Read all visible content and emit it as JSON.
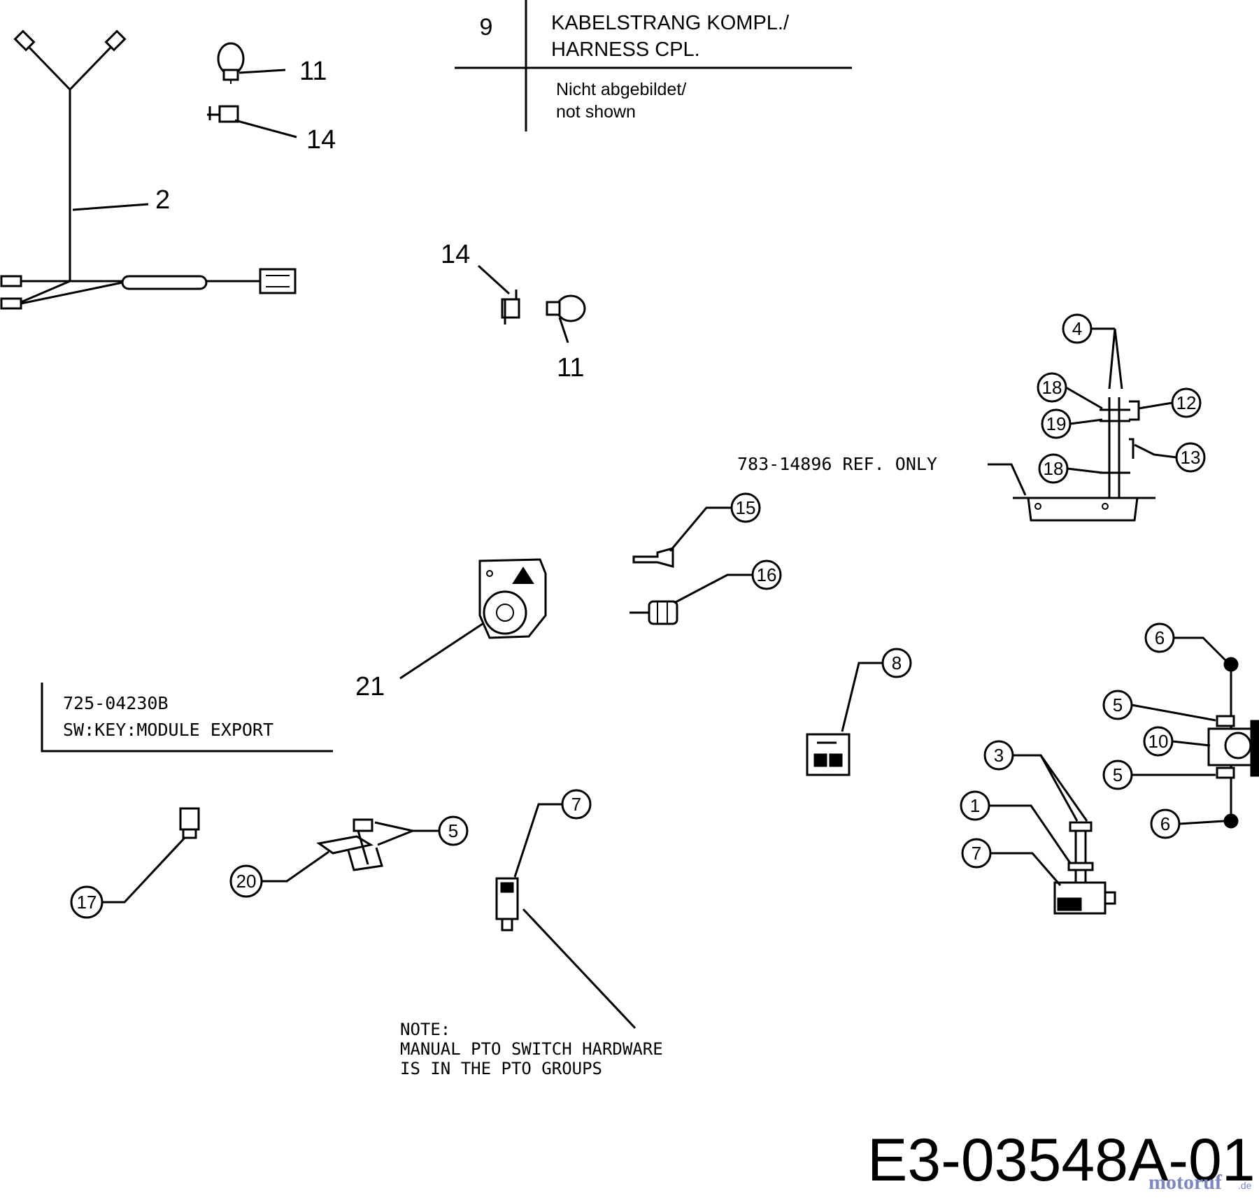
{
  "table": {
    "item": "9",
    "name_de": "KABELSTRANG KOMPL./",
    "name_en": "HARNESS CPL.",
    "note_de": "Nicht abgebildet/",
    "note_en": "not shown"
  },
  "callouts": {
    "c2": "2",
    "c11_top": "11",
    "c14_top": "14",
    "c14_mid": "14",
    "c11_mid": "11",
    "c21": "21",
    "c4": "4",
    "c18_a": "18",
    "c19": "19",
    "c18_b": "18",
    "c12": "12",
    "c13": "13",
    "c15": "15",
    "c16": "16",
    "c8": "8",
    "c6_top": "6",
    "c5_right_top": "5",
    "c10": "10",
    "c5_right_bot": "5",
    "c6_bot": "6",
    "c3": "3",
    "c1": "1",
    "c7_right": "7",
    "c7_mid": "7",
    "c5_left": "5",
    "c20": "20",
    "c17": "17"
  },
  "ref_note": "783-14896 REF. ONLY",
  "module_box": {
    "part_no": "725-04230B",
    "desc": "SW:KEY:MODULE EXPORT"
  },
  "pto_note": {
    "line1": "NOTE:",
    "line2": "MANUAL PTO SWITCH HARDWARE",
    "line3": "IS IN THE PTO GROUPS"
  },
  "diagram_id": "E3-03548A-01",
  "watermark": {
    "main": "motoruf",
    "suffix": ".de",
    "color": "#7b86c2"
  }
}
